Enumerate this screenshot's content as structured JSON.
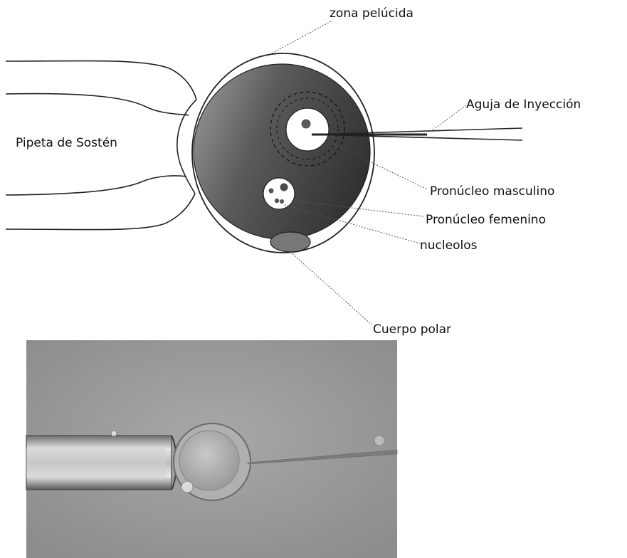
{
  "labels": {
    "zona_pelucida": "zona pelúcida",
    "aguja": "Aguja de Inyección",
    "pipeta": "Pipeta de Sostén",
    "pronucleo_masculino": "Pronúcleo masculino",
    "pronucleo_femenino": "Pronúcleo femenino",
    "nucleolos": "nucleolos",
    "cuerpo_polar": "Cuerpo polar"
  },
  "colors": {
    "line": "#222222",
    "leader": "#666666",
    "cytoplasm_dark": "#3a3a3a",
    "cytoplasm_light": "#8a8a8a",
    "photo_bg": "#9c9c9c"
  }
}
